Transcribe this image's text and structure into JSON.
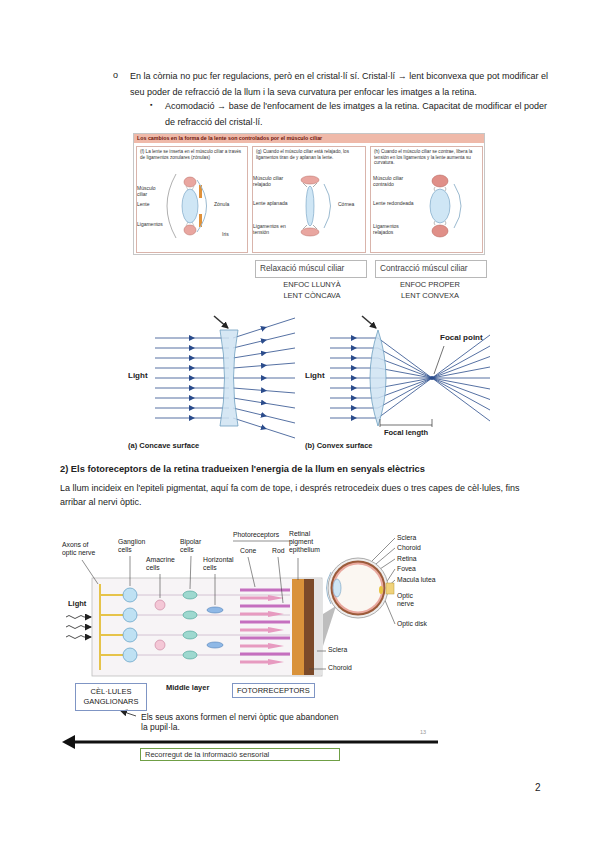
{
  "diagram": {
    "nodes": [
      {
        "text": [
          "Los cambios en la forma de la lente son controlados por el músculo ciliar"
        ]
      },
      {
        "text": [
          "(f) La lente se inserta en el músculo ciliar a través de ligamentos zonulares (zónulas)"
        ],
        "in": 0
      },
      {
        "text": [
          "(g) Cuando el músculo ciliar está relajado, los ligamentos tiran de y aplanan la lente."
        ],
        "in": 0
      },
      {
        "text": [
          "(h) Cuando el músculo ciliar se contrae, libera la tensión en los ligamentos y la lente aumenta su curvatura."
        ],
        "in": 0
      },
      {
        "text": [
          "Relaxació múscul ciliar"
        ]
      },
      {
        "text": [
          "Contracció múscul ciliar"
        ]
      },
      {
        "text": [
          "CÈL·LULES GANGLIONARS"
        ]
      },
      {
        "text": [
          "FOTORRECEPTORS"
        ]
      },
      {
        "text": [
          "Recorregut de la informació sensorial"
        ]
      }
    ],
    "labels": [
      "o",
      "En la còrnia no puc fer regulacions, però en el cristal·lí sí. Cristal·lí → lent biconvexa que pot modificar el seu poder de refracció de la llum i la seva curvatura per enfocar les imatges a la retina.",
      "▪",
      "Acomodació → base de l'enfocament de les imatges a la retina. Capacitat de modificar el poder de refracció del cristal·lí.",
      "ENFOC LLUNYÀ",
      "LENT CÒNCAVA",
      "ENFOC PROPER",
      "LENT CONVEXA",
      "Músculo ciliar",
      "Lente",
      "Zónula",
      "Ligamentos",
      "Iris",
      "Músculo ciliar relajado",
      "Lente aplanada",
      "Córnea",
      "Ligamentos en tensión",
      "Músculo ciliar contraído",
      "Lente redondeada",
      "Ligamentos relajados",
      "Light",
      "Light",
      "Focal point",
      "Focal length",
      "(a) Concave surface",
      "(b) Convex surface",
      "2) Els fotoreceptors de la retina tradueixen l'energia de la llum en senyals elèctrics",
      "La llum incideix en l'epiteli pigmentat, aquí fa com de tope, i després retrocedeix dues o tres capes de cèl·lules, fins arribar al nervi òptic.",
      "Axons of optic nerve",
      "Ganglion cells",
      "Amacrine cells",
      "Bipolar cells",
      "Horizontal cells",
      "Photoreceptors",
      "Cone",
      "Rod",
      "Retinal pigment epithelium",
      "Sclera",
      "Choroid",
      "Retina",
      "Fovea",
      "Macula lutea",
      "Optic nerve",
      "Optic disk",
      "Light",
      "Sclera",
      "Choroid",
      "Middle layer",
      "Els seus axons formen el nervi òptic que abandonen la pupil·la.",
      "13",
      "2"
    ]
  }
}
